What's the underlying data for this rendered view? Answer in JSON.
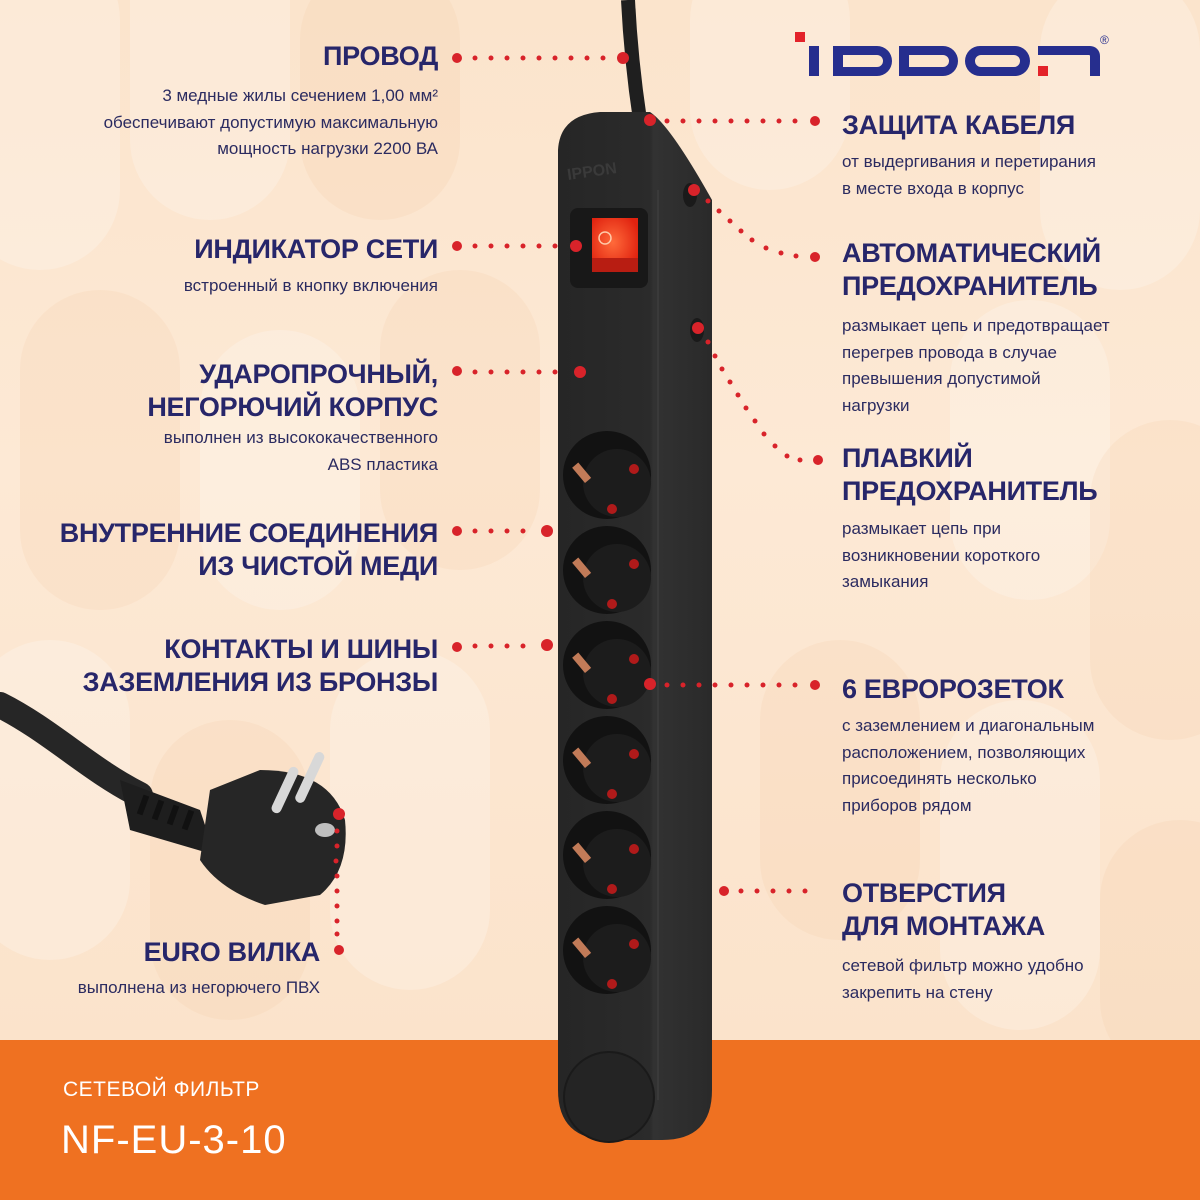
{
  "brand": {
    "logo_text": "IPPON",
    "registered_mark": "®",
    "colors": {
      "logo_blue": "#262e8e",
      "logo_red": "#e3232a",
      "accent_red": "#d8232a",
      "title_navy": "#27266a",
      "footer_orange": "#ef7121"
    }
  },
  "features_left": [
    {
      "title": "ПРОВОД",
      "desc": [
        "3 медные жилы сечением 1,00 мм²",
        "обеспечивают допустимую максимальную",
        "мощность нагрузки 2200 ВА"
      ]
    },
    {
      "title": "ИНДИКАТОР СЕТИ",
      "desc": [
        "встроенный в кнопку включения"
      ]
    },
    {
      "title": [
        "УДАРОПРОЧНЫЙ,",
        "НЕГОРЮЧИЙ КОРПУС"
      ],
      "desc": [
        "выполнен из высококачественного",
        "ABS пластика"
      ]
    },
    {
      "title": [
        "ВНУТРЕННИЕ СОЕДИНЕНИЯ",
        "ИЗ ЧИСТОЙ МЕДИ"
      ],
      "desc": []
    },
    {
      "title": [
        "КОНТАКТЫ И ШИНЫ",
        "ЗАЗЕМЛЕНИЯ ИЗ БРОНЗЫ"
      ],
      "desc": []
    },
    {
      "title": "EURO ВИЛКА",
      "desc": [
        "выполнена из негорючего ПВХ"
      ]
    }
  ],
  "features_right": [
    {
      "title": "ЗАЩИТА КАБЕЛЯ",
      "desc": [
        "от выдергивания и перетирания",
        "в месте входа в корпус"
      ]
    },
    {
      "title": [
        "АВТОМАТИЧЕСКИЙ",
        "ПРЕДОХРАНИТЕЛЬ"
      ],
      "desc": [
        "размыкает цепь и предотвращает",
        "перегрев провода в случае",
        "превышения допустимой",
        "нагрузки"
      ]
    },
    {
      "title": [
        "ПЛАВКИЙ",
        "ПРЕДОХРАНИТЕЛЬ"
      ],
      "desc": [
        "размыкает цепь при",
        "возникновении короткого",
        "замыкания"
      ]
    },
    {
      "title": "6 ЕВРОРОЗЕТОК",
      "desc": [
        "с заземлением и диагональным",
        "расположением, позволяющих",
        "присоединять несколько",
        "приборов рядом"
      ]
    },
    {
      "title": [
        "ОТВЕРСТИЯ",
        "ДЛЯ МОНТАЖА"
      ],
      "desc": [
        "сетевой фильтр можно удобно",
        "закрепить на стену"
      ]
    }
  ],
  "product": {
    "device_logo": "IPPON",
    "outlet_count": 6
  },
  "footer": {
    "subtitle": "СЕТЕВОЙ ФИЛЬТР",
    "model": "NF-EU-3-10"
  }
}
